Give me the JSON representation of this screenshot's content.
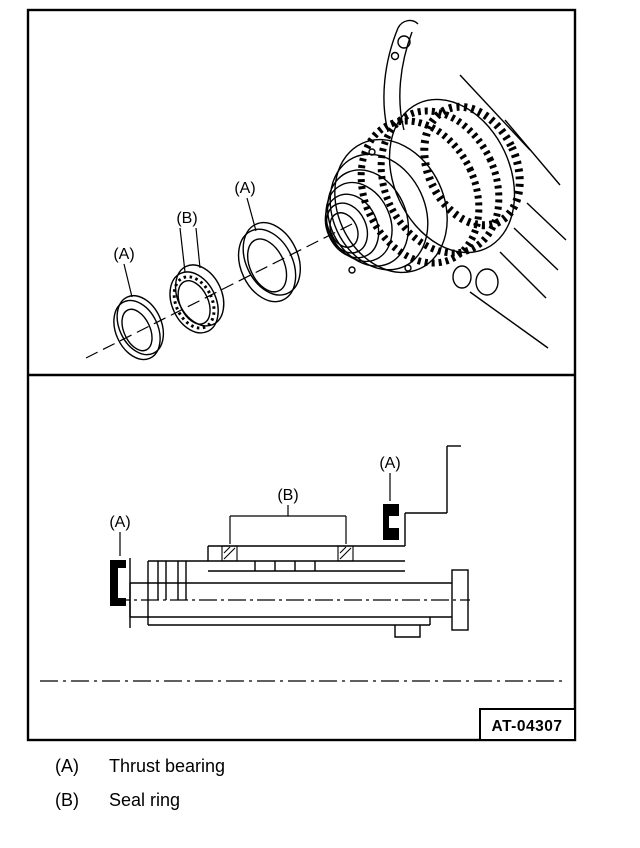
{
  "figure": {
    "code": "AT-04307",
    "exploded_view": {
      "label_a_left": "(A)",
      "label_b": "(B)",
      "label_a_right": "(A)"
    },
    "section_view": {
      "label_a_left": "(A)",
      "label_b": "(B)",
      "label_a_right": "(A)"
    }
  },
  "legend": {
    "items": [
      {
        "key": "(A)",
        "label": "Thrust bearing"
      },
      {
        "key": "(B)",
        "label": "Seal ring"
      }
    ]
  },
  "colors": {
    "line": "#000000",
    "background": "#ffffff"
  }
}
